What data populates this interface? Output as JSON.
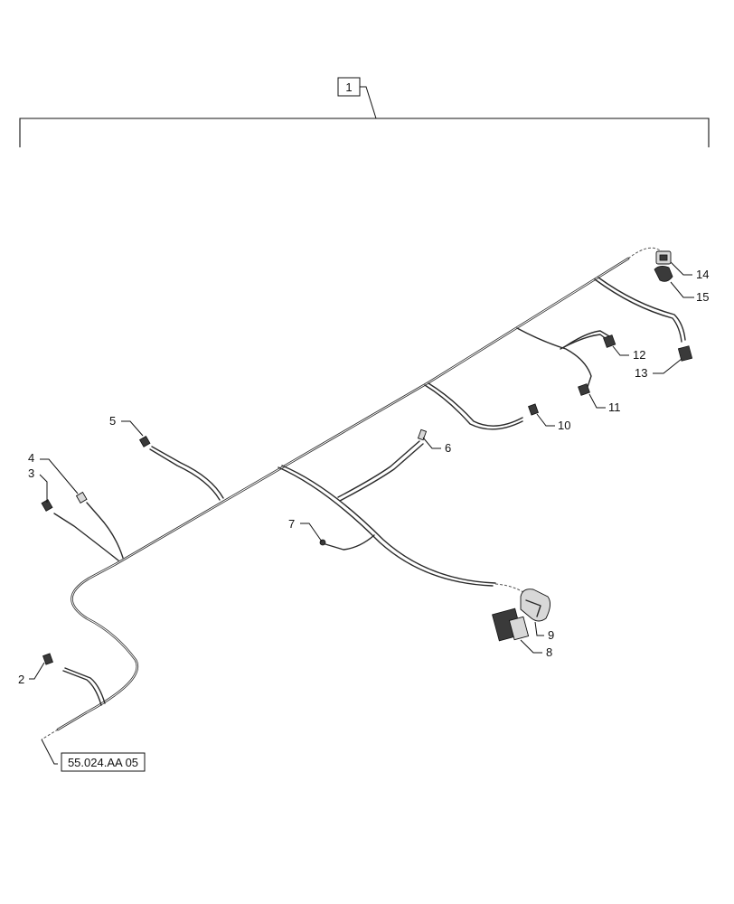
{
  "assembly_callout": "1",
  "reference_callout": "55.024.AA 05",
  "callouts": [
    "2",
    "3",
    "4",
    "5",
    "6",
    "7",
    "8",
    "9",
    "10",
    "11",
    "12",
    "13",
    "14",
    "15"
  ]
}
